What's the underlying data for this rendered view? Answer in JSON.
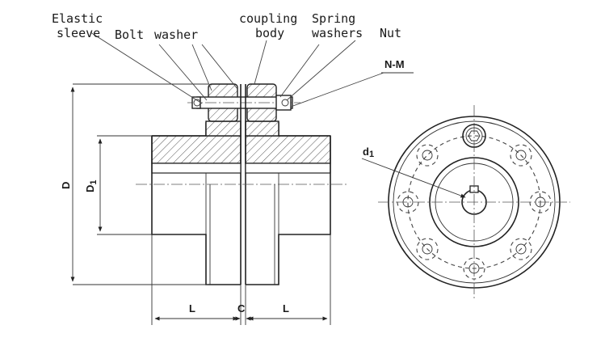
{
  "labels": {
    "elastic_sleeve_1": "Elastic",
    "elastic_sleeve_2": "sleeve",
    "bolt": "Bolt",
    "washer": "washer",
    "coupling_body_1": "coupling",
    "coupling_body_2": "body",
    "spring_washers_1": "Spring",
    "spring_washers_2": "washers",
    "nut": "Nut",
    "nm": "N-M"
  },
  "dimensions": {
    "D": "D",
    "D1": "D",
    "D1_sub": "1",
    "L_left": "L",
    "C": "C",
    "L_right": "L",
    "d1": "d",
    "d1_sub": "1"
  },
  "colors": {
    "line": "#222222",
    "background": "#ffffff"
  }
}
